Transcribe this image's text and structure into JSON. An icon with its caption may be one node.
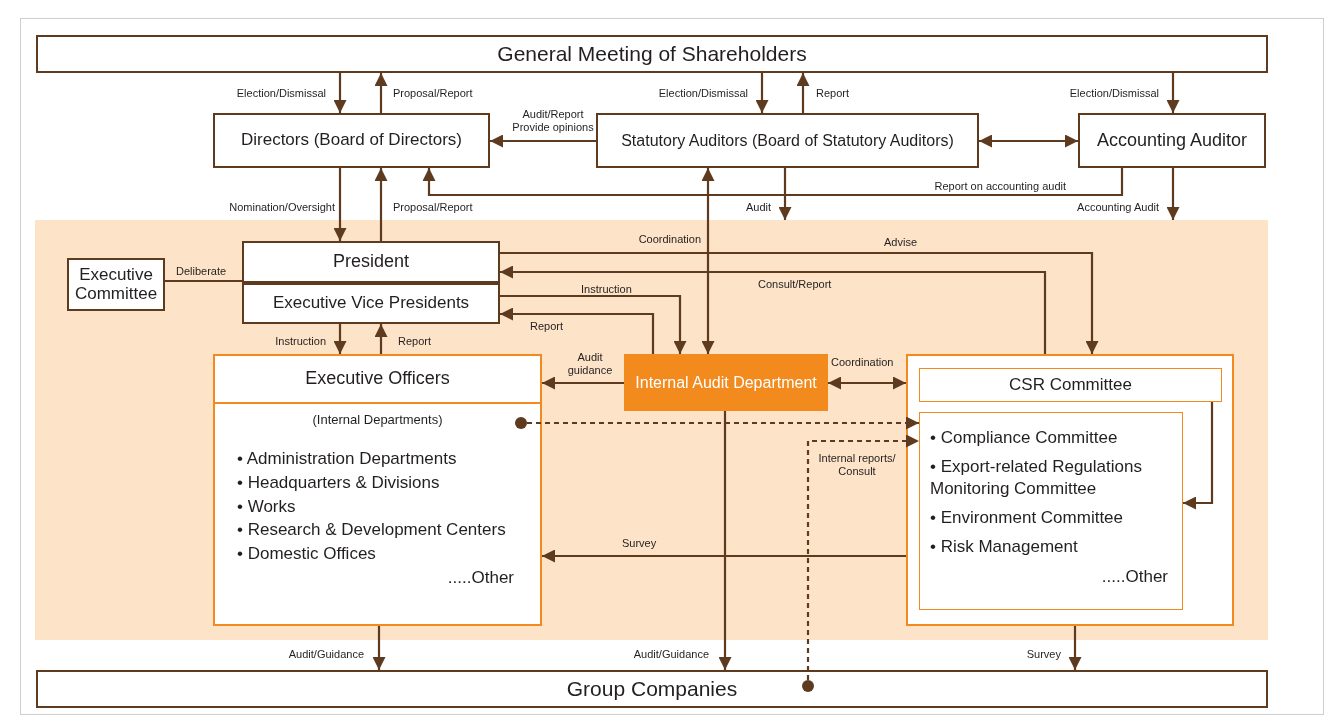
{
  "diagram": {
    "nodes": [
      {
        "text": [
          "General Meeting of Shareholders"
        ]
      },
      {
        "text": [
          "Directors (Board of Directors)"
        ]
      },
      {
        "text": [
          "Statutory Auditors (Board of Statutory Auditors)"
        ]
      },
      {
        "text": [
          "Accounting Auditor"
        ]
      },
      {
        "text": [],
        "shape": "box"
      },
      {
        "text": [
          "Executive Committee"
        ],
        "in": 4
      },
      {
        "text": [
          "President"
        ],
        "in": 4
      },
      {
        "text": [
          "Executive Vice Presidents"
        ],
        "in": 4
      },
      {
        "text": [
          "Executive Officers",
          "(Internal Departments)",
          "• Administration Departments",
          "• Headquarters & Divisions",
          "• Works",
          "• Research & Development Centers",
          "• Domestic Offices",
          ".....Other"
        ],
        "in": 4
      },
      {
        "text": [
          "Internal Audit Department"
        ],
        "in": 4
      },
      {
        "text": [],
        "shape": "box",
        "in": 4
      },
      {
        "text": [
          "CSR Committee"
        ],
        "in": 10
      },
      {
        "text": [
          "• Compliance Committee",
          "• Export-related Regulations Monitoring Committee",
          "• Environment Committee",
          "• Risk Management",
          ".....Other"
        ],
        "in": 10
      },
      {
        "text": [
          "Group Companies"
        ]
      },
      {
        "text": [],
        "shape": "circle",
        "in": 8
      },
      {
        "text": [],
        "shape": "circle",
        "in": 13
      }
    ],
    "edges": [
      {
        "from": 0,
        "to": 1,
        "arrow": "to",
        "label": "Election/Dismissal"
      },
      {
        "from": 1,
        "to": 0,
        "arrow": "to",
        "label": "Proposal/Report"
      },
      {
        "from": 0,
        "to": 2,
        "arrow": "to",
        "label": "Election/Dismissal"
      },
      {
        "from": 2,
        "to": 0,
        "arrow": "to",
        "label": "Report"
      },
      {
        "from": 0,
        "to": 3,
        "arrow": "to",
        "label": "Election/Dismissal"
      },
      {
        "from": 2,
        "to": 1,
        "arrow": "to",
        "label": "Audit/Report Provide opinions"
      },
      {
        "from": 2,
        "to": 3,
        "arrow": "both"
      },
      {
        "from": 3,
        "to": 1,
        "arrow": "to",
        "label": "Report on accounting audit"
      },
      {
        "from": 1,
        "to": 6,
        "arrow": "to",
        "label": "Nomination/Oversight"
      },
      {
        "from": 6,
        "to": 1,
        "arrow": "to",
        "label": "Proposal/Report"
      },
      {
        "from": 2,
        "to": 4,
        "arrow": "to",
        "label": "Audit"
      },
      {
        "from": 3,
        "to": 4,
        "arrow": "to",
        "label": "Accounting Audit"
      },
      {
        "from": 9,
        "to": 2,
        "arrow": "both",
        "label": "Coordination"
      },
      {
        "from": 5,
        "to": 6,
        "arrow": "none",
        "label": "Deliberate"
      },
      {
        "from": 6,
        "to": 10,
        "arrow": "to",
        "label": "Advise"
      },
      {
        "from": 10,
        "to": 6,
        "arrow": "to",
        "label": "Consult/Report"
      },
      {
        "from": 7,
        "to": 9,
        "arrow": "to",
        "label": "Instruction"
      },
      {
        "from": 9,
        "to": 7,
        "arrow": "to",
        "label": "Report"
      },
      {
        "from": 7,
        "to": 8,
        "arrow": "to",
        "label": "Instruction"
      },
      {
        "from": 8,
        "to": 7,
        "arrow": "to",
        "label": "Report"
      },
      {
        "from": 9,
        "to": 8,
        "arrow": "to",
        "label": "Audit guidance"
      },
      {
        "from": 9,
        "to": 10,
        "arrow": "both",
        "label": "Coordination"
      },
      {
        "from": 14,
        "to": 12,
        "arrow": "to",
        "style": "dashed"
      },
      {
        "from": 15,
        "to": 12,
        "arrow": "to",
        "style": "dashed",
        "label": "Internal reports/ Consult"
      },
      {
        "from": 11,
        "to": 12,
        "arrow": "to"
      },
      {
        "from": 10,
        "to": 8,
        "arrow": "to",
        "label": "Survey"
      },
      {
        "from": 8,
        "to": 13,
        "arrow": "to",
        "label": "Audit/Guidance"
      },
      {
        "from": 9,
        "to": 13,
        "arrow": "to",
        "label": "Audit/Guidance"
      },
      {
        "from": 10,
        "to": 13,
        "arrow": "to",
        "label": "Survey"
      }
    ]
  }
}
